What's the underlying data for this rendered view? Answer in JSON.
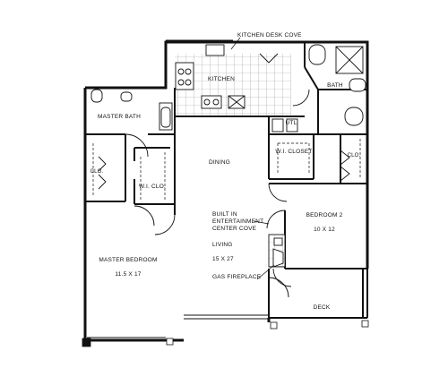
{
  "labels": {
    "kitchen_desk_cove": "KITCHEN DESK COVE",
    "kitchen": "KITCHEN",
    "bath": "BATH",
    "master_bath": "MASTER BATH",
    "utl": "UTL",
    "wi_closet": "W.I. CLOSET",
    "clo_left": "CLO.",
    "clo_right": "CLO.",
    "wi_clo": "W.I. CLO.",
    "dining": "DINING",
    "built_in_line1": "BUILT IN",
    "built_in_line2": "ENTERTAINMENT",
    "built_in_line3": "CENTER COVE",
    "living": "LIVING",
    "living_size": "15 X 27",
    "gas_fireplace": "GAS FIREPLACE",
    "bedroom2": "BEDROOM 2",
    "bedroom2_size": "10 X 12",
    "master_bedroom": "MASTER BEDROOM",
    "master_bedroom_size": "11.5 X 17",
    "deck": "DECK"
  },
  "colors": {
    "wall": "#111111",
    "tile": "#888888",
    "paper": "#ffffff"
  }
}
